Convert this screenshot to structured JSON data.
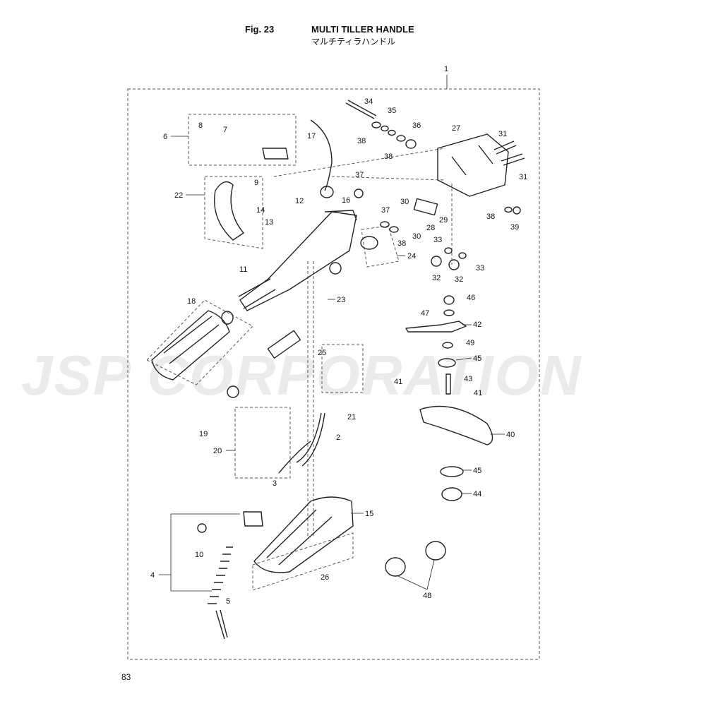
{
  "header": {
    "fig_label": "Fig. 23",
    "title": "MULTI TILLER HANDLE",
    "subtitle": "マルチティラハンドル"
  },
  "watermark": "JSP CORPORATION",
  "page_number": "83",
  "callouts": {
    "n1": "1",
    "n2": "2",
    "n3": "3",
    "n4": "4",
    "n5": "5",
    "n6": "6",
    "n7": "7",
    "n8": "8",
    "n9": "9",
    "n10": "10",
    "n11": "11",
    "n12": "12",
    "n13": "13",
    "n14": "14",
    "n15": "15",
    "n16": "16",
    "n17": "17",
    "n18": "18",
    "n19": "19",
    "n20": "20",
    "n21": "21",
    "n22": "22",
    "n23": "23",
    "n24": "24",
    "n25": "25",
    "n26": "26",
    "n27": "27",
    "n28": "28",
    "n29": "29",
    "n30": "30",
    "n31": "31",
    "n32": "32",
    "n33": "33",
    "n34": "34",
    "n35": "35",
    "n36": "36",
    "n37": "37",
    "n38": "38",
    "n39": "39",
    "n40": "40",
    "n41": "41",
    "n42": "42",
    "n43": "43",
    "n44": "44",
    "n45": "45",
    "n46": "46",
    "n47": "47",
    "n48": "48",
    "n49": "49"
  },
  "colors": {
    "line": "#222222",
    "dash": "#555555",
    "watermark": "#3c3c3c"
  }
}
